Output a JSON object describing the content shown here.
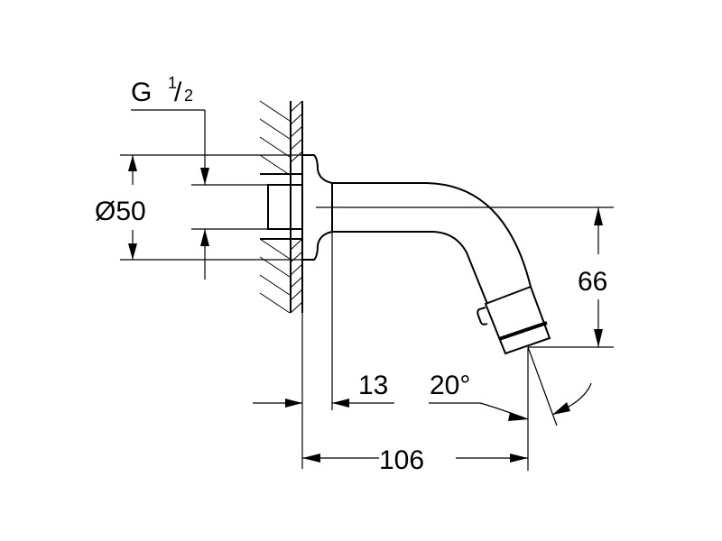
{
  "drawing": {
    "thread_label": "G",
    "thread_num": "1",
    "thread_den": "2",
    "diameter_label": "Ø50",
    "height_label": "66",
    "offset_label": "13",
    "angle_label": "20°",
    "length_label": "106"
  }
}
